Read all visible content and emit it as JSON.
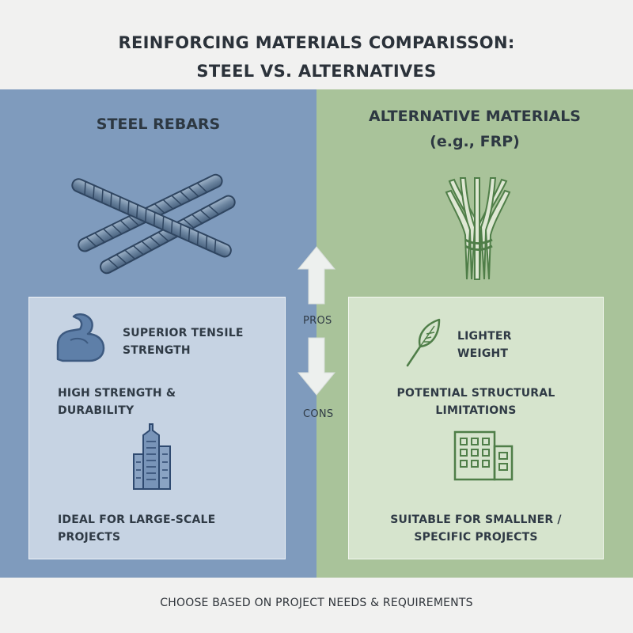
{
  "title": {
    "line1": "REINFORCING MATERIALS COMPARISSON:",
    "line2": "STEEL VS. ALTERNATIVES"
  },
  "left": {
    "heading": "STEEL REBARS",
    "items": {
      "tensile": {
        "line1": "SUPERIOR TENSILE",
        "line2": "STRENGTH"
      },
      "durability": {
        "line1": "HIGH STRENGTH &",
        "line2": "DURABILITY"
      },
      "scale": {
        "line1": "IDEAL FOR LARGE-SCALE",
        "line2": "PROJECTS"
      }
    }
  },
  "right": {
    "heading": {
      "line1": "ALTERNATIVE MATERIALS",
      "line2": "(e.g., FRP)"
    },
    "items": {
      "weight": {
        "line1": "LIGHTER",
        "line2": "WEIGHT"
      },
      "limitations": {
        "line1": "POTENTIAL STRUCTURAL",
        "line2": "LIMITATIONS"
      },
      "projects": {
        "line1": "SUITABLE FOR SMALLNER /",
        "line2": "SPECIFIC PROJECTS"
      }
    }
  },
  "center": {
    "pros": "PROS",
    "cons": "CONS"
  },
  "footer": "CHOOSE BASED ON PROJECT NEEDS & REQUIREMENTS",
  "icons": {
    "rebars": "steel-rebar-icon",
    "frp": "frp-bundle-icon",
    "arm": "flexed-arm-icon",
    "skyscraper": "skyscraper-icon",
    "feather": "feather-icon",
    "building": "low-rise-building-icon",
    "up": "arrow-up-icon",
    "down": "arrow-down-icon"
  },
  "colors": {
    "steel_panel": "#7f9bbd",
    "alt_panel": "#a9c39a",
    "steel_box": "#c6d3e3",
    "alt_box": "#d6e4cd",
    "steel_icon": "#3d5a80",
    "alt_icon": "#4f7e48"
  }
}
